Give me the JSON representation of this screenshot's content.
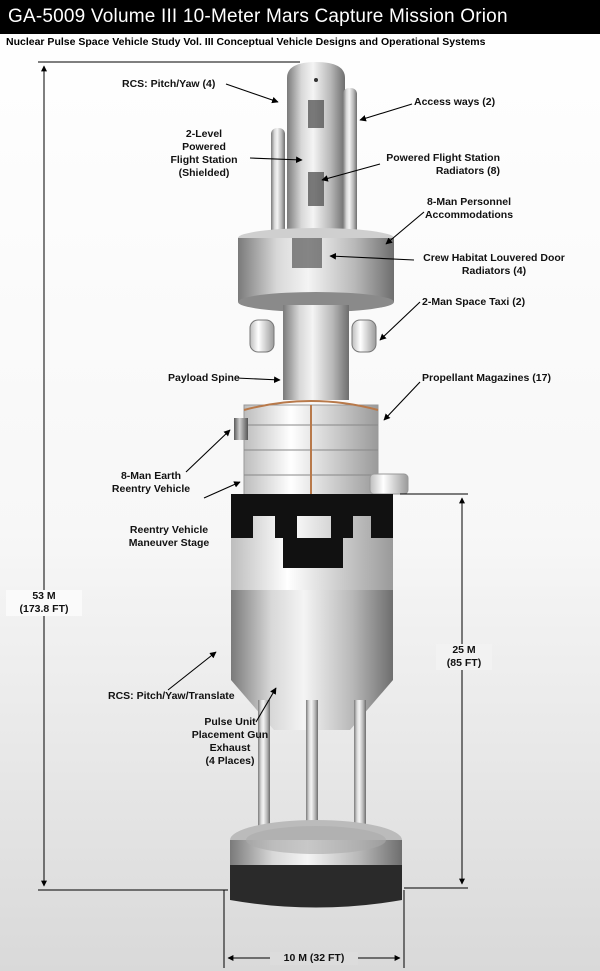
{
  "title": "GA-5009 Volume III 10-Meter Mars Capture Mission Orion",
  "subtitle": "Nuclear Pulse Space Vehicle Study Vol. III Conceptual Vehicle Designs and Operational Systems",
  "labels": {
    "rcs_pitch_yaw": "RCS: Pitch/Yaw (4)",
    "access_ways": "Access ways (2)",
    "flight_station": [
      "2-Level",
      "Powered",
      "Flight Station",
      "(Shielded)"
    ],
    "flight_station_radiators": [
      "Powered Flight Station",
      "Radiators (8)"
    ],
    "personnel_accommodations": [
      "8-Man Personnel",
      "Accommodations"
    ],
    "louvered_door_radiators": [
      "Crew Habitat Louvered Door",
      "Radiators (4)"
    ],
    "space_taxi": "2-Man Space Taxi (2)",
    "payload_spine": "Payload Spine",
    "propellant_magazines": "Propellant Magazines (17)",
    "earth_reentry_vehicle": [
      "8-Man Earth",
      "Reentry Vehicle"
    ],
    "reentry_maneuver_stage": [
      "Reentry Vehicle",
      "Maneuver Stage"
    ],
    "rcs_pitch_yaw_translate": "RCS: Pitch/Yaw/Translate",
    "pulse_unit_gun": [
      "Pulse Unit",
      "Placement Gun",
      "Exhaust",
      "(4 Places)"
    ]
  },
  "dimensions": {
    "total_height": [
      "53 M",
      "(173.8 FT)"
    ],
    "lower_height": [
      "25 M",
      "(85 FT)"
    ],
    "diameter": "10 M (32 FT)"
  }
}
